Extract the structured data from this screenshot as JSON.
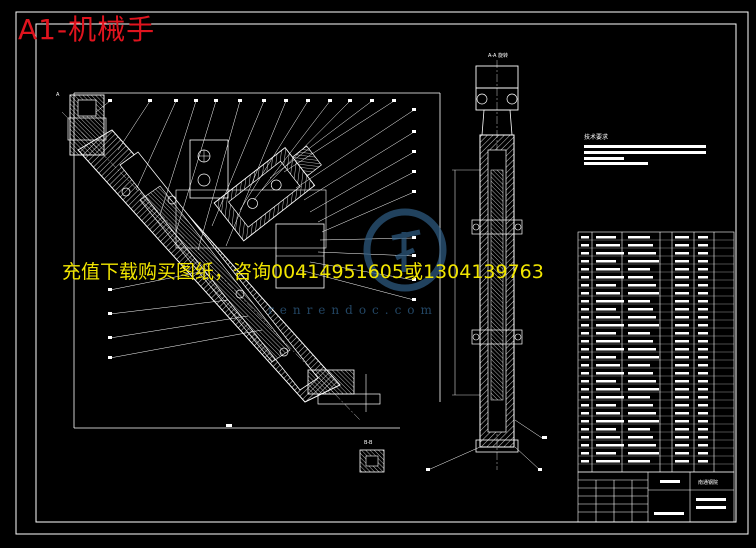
{
  "drawing": {
    "title": "A1-机械手",
    "promo": "充值下载购买图纸，咨询00414951605或1304139763",
    "watermark_text": "renrendoc.com",
    "tech_requirements_heading": "技术要求",
    "side_view_label": "A-A 旋转",
    "detail_label": "B-B",
    "titleblock_company": "南通钢院",
    "colors": {
      "background": "#000000",
      "lines": "#ffffff",
      "title": "#e0141e",
      "promo": "#f2e600",
      "watermark": "#2f5e86"
    }
  }
}
